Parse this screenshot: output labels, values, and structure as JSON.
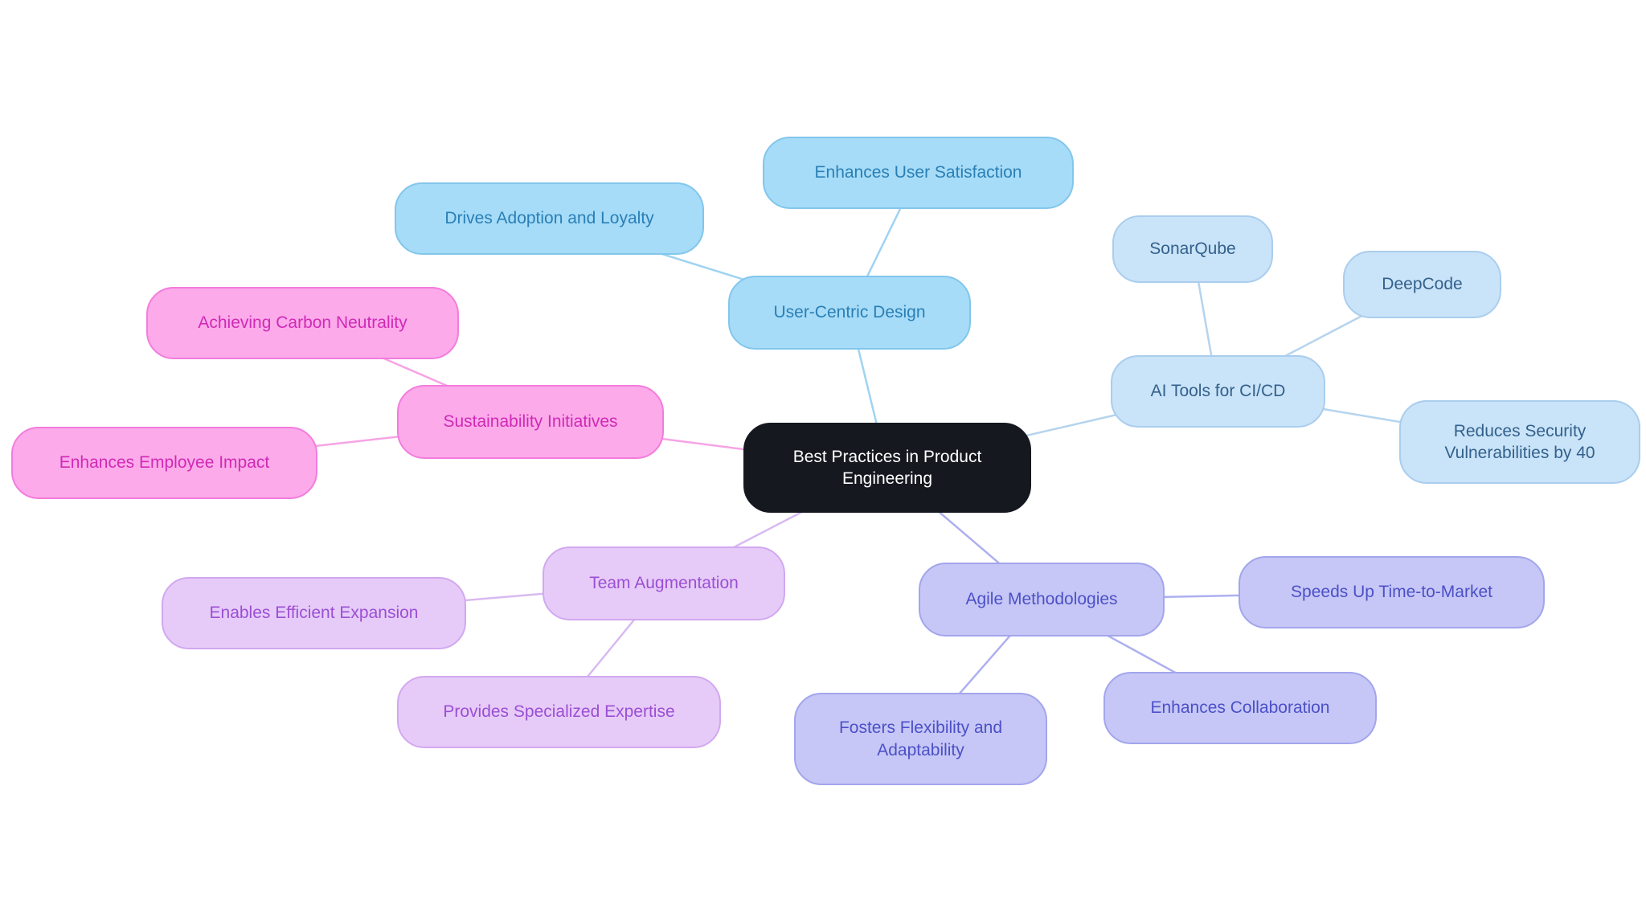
{
  "diagram": {
    "background_color": "#ffffff",
    "center": {
      "label": "Best Practices in Product Engineering",
      "fill": "#15181f",
      "text_color": "#ffffff"
    },
    "branches": [
      {
        "label": "User-Centric Design",
        "fill": "#a6dcf8",
        "border": "#82c6ec",
        "text_color": "#2a7fb5",
        "line_color": "#9fd3f2",
        "children": [
          {
            "label": "Enhances User Satisfaction"
          },
          {
            "label": "Drives Adoption and Loyalty"
          }
        ]
      },
      {
        "label": "AI Tools for CI/CD",
        "fill": "#c9e3f8",
        "border": "#aacdee",
        "text_color": "#33618c",
        "line_color": "#b5d4ee",
        "children": [
          {
            "label": "SonarQube"
          },
          {
            "label": "DeepCode"
          },
          {
            "label": "Reduces Security Vulnerabilities by 40"
          }
        ]
      },
      {
        "label": "Sustainability Initiatives",
        "fill": "#fcaaea",
        "border": "#f37cdc",
        "text_color": "#d02ab5",
        "line_color": "#f6a4e5",
        "children": [
          {
            "label": "Achieving Carbon Neutrality"
          },
          {
            "label": "Enhances Employee Impact"
          }
        ]
      },
      {
        "label": "Team Augmentation",
        "fill": "#e6cbf8",
        "border": "#d2a8f0",
        "text_color": "#9b4fd3",
        "line_color": "#d9b9f1",
        "children": [
          {
            "label": "Enables Efficient Expansion"
          },
          {
            "label": "Provides Specialized Expertise"
          }
        ]
      },
      {
        "label": "Agile Methodologies",
        "fill": "#c6c7f6",
        "border": "#a3a5ec",
        "text_color": "#4c50c6",
        "line_color": "#adaff0",
        "children": [
          {
            "label": "Speeds Up Time-to-Market"
          },
          {
            "label": "Enhances Collaboration"
          },
          {
            "label": "Fosters Flexibility and Adaptability"
          }
        ]
      }
    ]
  }
}
